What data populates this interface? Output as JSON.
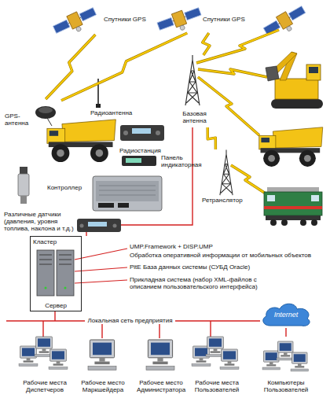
{
  "diagram": {
    "nodes": [
      {
        "text": [
          "Спутники GPS"
        ]
      },
      {
        "text": [
          "Спутники GPS"
        ]
      },
      {
        "text": [
          "GPS-антенна"
        ]
      },
      {
        "text": [
          "Радиоантенна"
        ]
      },
      {
        "text": [
          "Базовая антенна"
        ]
      },
      {
        "text": [
          "Радиостанция"
        ]
      },
      {
        "text": [
          "Панель индикаторная"
        ]
      },
      {
        "text": [
          "Контроллер"
        ]
      },
      {
        "text": [
          "Различные датчики (давления, уровня топлива, наклона и т.д.)"
        ]
      },
      {
        "text": [
          "Ретранслятор"
        ]
      },
      {
        "text": [
          "Кластер"
        ]
      },
      {
        "text": [
          "Сервер"
        ],
        "in": 10
      },
      {
        "text": [
          "Internet"
        ]
      },
      {
        "text": [
          "Рабочие места Диспетчеров"
        ]
      },
      {
        "text": [
          "Рабочее место Маркшейдера"
        ]
      },
      {
        "text": [
          "Рабочее место Администратора"
        ]
      },
      {
        "text": [
          "Рабочие места Пользователей"
        ]
      },
      {
        "text": [
          "Компьютеры Пользователей"
        ]
      }
    ],
    "edges": [
      {
        "from": 0,
        "to": 2,
        "arrow": "none"
      },
      {
        "from": 1,
        "to": 2,
        "arrow": "none"
      },
      {
        "from": 1,
        "to": 4,
        "arrow": "none"
      },
      {
        "from": 4,
        "to": 9,
        "arrow": "none"
      },
      {
        "from": 12,
        "to": 17,
        "arrow": "none"
      }
    ],
    "labels": [
      "UMP.Framework + DISP.UMP",
      "Обработка оперативной информации от мобильных объектов",
      "PitE База данных системы (СУБД Oracle)",
      "Прикладная система (набор XML-файлов с описанием пользовательского интерфейса)",
      "Локальная сеть предприятия"
    ]
  }
}
